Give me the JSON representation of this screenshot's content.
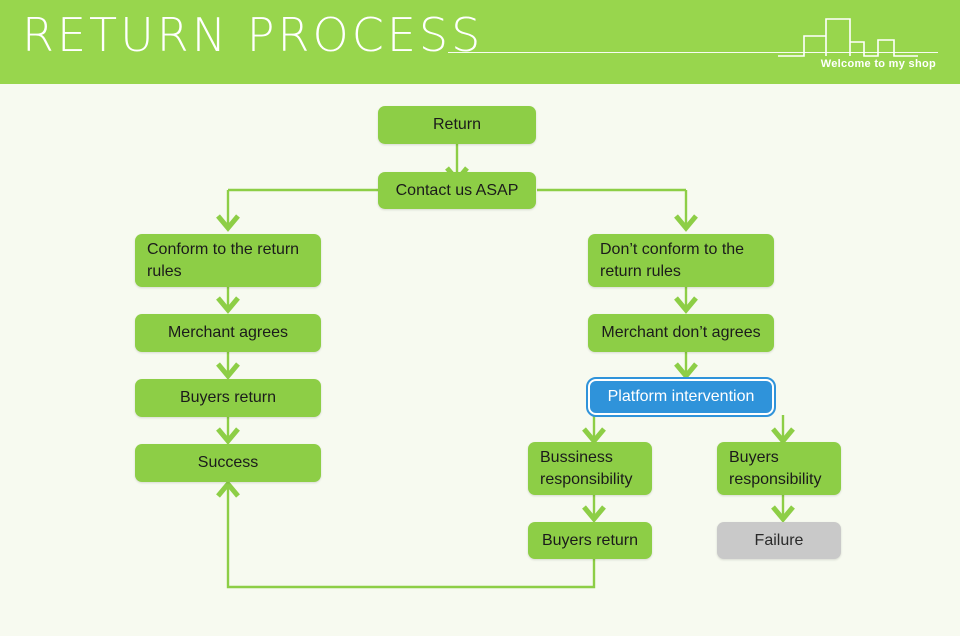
{
  "header": {
    "title": "RETURN PROCESS",
    "tagline": "Welcome to my shop",
    "bar_color": "#98d64d",
    "title_color": "#ffffff",
    "skyline_icon": "city-skyline-outline"
  },
  "page": {
    "background_color": "#f7faf0",
    "node_color": "#8dce46",
    "highlight_color": "#2f93da",
    "disabled_color": "#c9c9c9",
    "connector_color": "#8dce46"
  },
  "flowchart": {
    "type": "flowchart",
    "nodes": [
      {
        "id": "return",
        "label": "Return",
        "style": "green",
        "align": "center"
      },
      {
        "id": "contact",
        "label": "Contact us ASAP",
        "style": "green",
        "align": "center"
      },
      {
        "id": "conform",
        "label": "Conform to the return rules",
        "style": "green",
        "align": "left"
      },
      {
        "id": "merchant-agrees",
        "label": "Merchant agrees",
        "style": "green",
        "align": "center"
      },
      {
        "id": "buyers-return-left",
        "label": "Buyers return",
        "style": "green",
        "align": "center"
      },
      {
        "id": "success",
        "label": "Success",
        "style": "green",
        "align": "center"
      },
      {
        "id": "not-conform",
        "label": "Don’t conform to the return rules",
        "style": "green",
        "align": "left"
      },
      {
        "id": "merchant-not-agree",
        "label": "Merchant don’t agrees",
        "style": "green",
        "align": "center"
      },
      {
        "id": "platform",
        "label": "Platform intervention",
        "style": "blue",
        "align": "center"
      },
      {
        "id": "business-resp",
        "label": "Bussiness responsibility",
        "style": "green",
        "align": "left"
      },
      {
        "id": "buyers-resp",
        "label": "Buyers responsibility",
        "style": "green",
        "align": "left"
      },
      {
        "id": "buyers-return-right",
        "label": "Buyers return",
        "style": "green",
        "align": "center"
      },
      {
        "id": "failure",
        "label": "Failure",
        "style": "gray",
        "align": "center"
      }
    ],
    "edges": [
      {
        "from": "return",
        "to": "contact"
      },
      {
        "from": "contact",
        "to": "conform"
      },
      {
        "from": "contact",
        "to": "not-conform"
      },
      {
        "from": "conform",
        "to": "merchant-agrees"
      },
      {
        "from": "merchant-agrees",
        "to": "buyers-return-left"
      },
      {
        "from": "buyers-return-left",
        "to": "success"
      },
      {
        "from": "not-conform",
        "to": "merchant-not-agree"
      },
      {
        "from": "merchant-not-agree",
        "to": "platform"
      },
      {
        "from": "platform",
        "to": "business-resp"
      },
      {
        "from": "platform",
        "to": "buyers-resp"
      },
      {
        "from": "business-resp",
        "to": "buyers-return-right"
      },
      {
        "from": "buyers-resp",
        "to": "failure"
      },
      {
        "from": "buyers-return-right",
        "to": "success"
      }
    ]
  }
}
